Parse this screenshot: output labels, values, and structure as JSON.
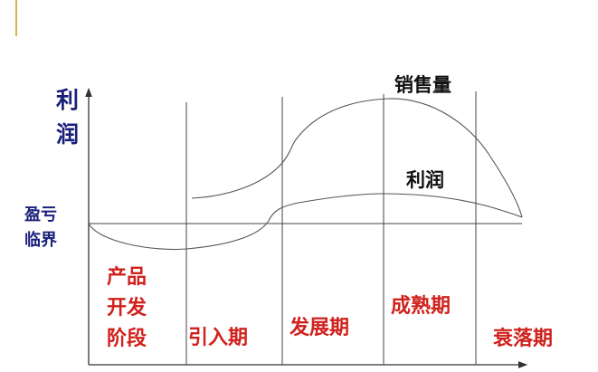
{
  "y_axis_label": "利润",
  "breakeven_label": "盈亏临界",
  "curves": {
    "sales": "销售量",
    "profit": "利润"
  },
  "stages": [
    "产品开发阶段",
    "引入期",
    "发展期",
    "成熟期",
    "衰落期"
  ],
  "stage_lines": {
    "development": [
      "产品",
      "开发",
      "阶段"
    ]
  },
  "colors": {
    "axis_label": "#1a1f7a",
    "stage_label": "#d0211c",
    "accent_bar": "#d9b24a",
    "line": "#555555"
  }
}
